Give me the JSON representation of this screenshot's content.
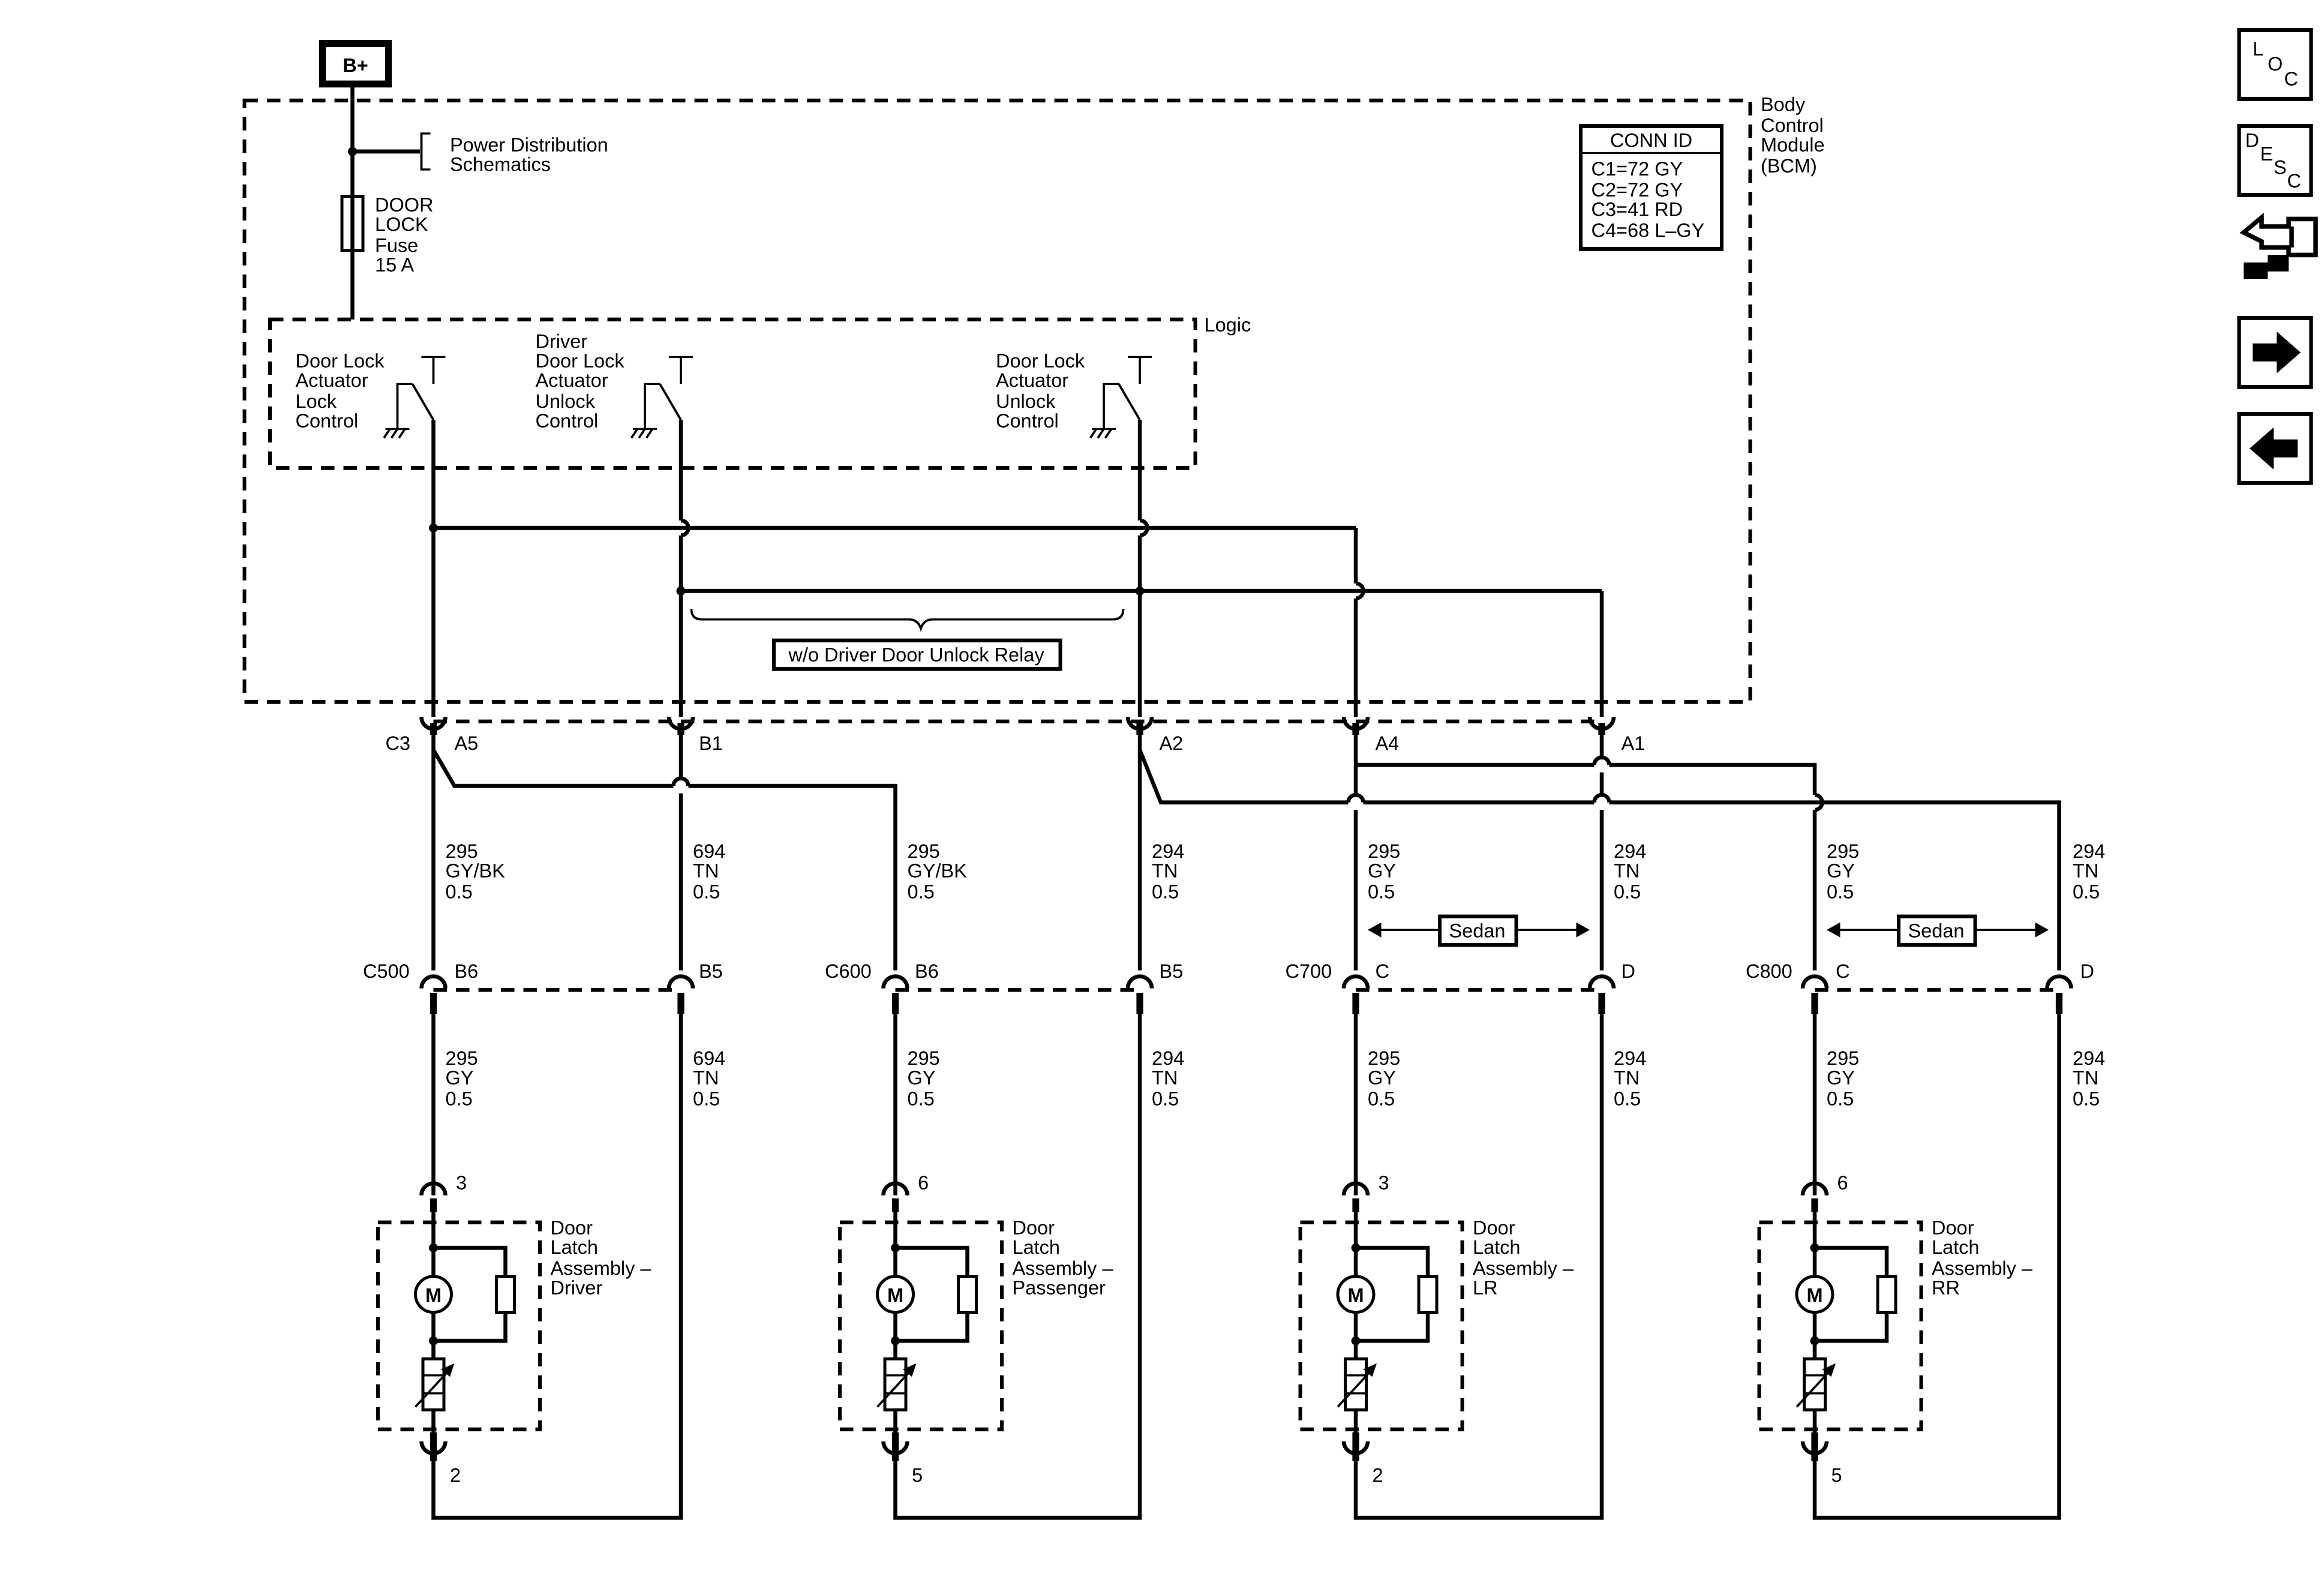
{
  "power": {
    "label": "B+"
  },
  "module": {
    "label": [
      "Body",
      "Control",
      "Module",
      "(BCM)"
    ]
  },
  "power_dist": [
    "Power Distribution",
    "Schematics"
  ],
  "fuse": [
    "DOOR",
    "LOCK",
    "Fuse",
    "15 A"
  ],
  "conn_id": {
    "title": "CONN ID",
    "lines": [
      "C1=72 GY",
      "C2=72 GY",
      "C3=41 RD",
      "C4=68 L–GY"
    ]
  },
  "logic": {
    "label": "Logic"
  },
  "switches": [
    {
      "label": [
        "Door Lock",
        "Actuator",
        "Lock",
        "Control"
      ]
    },
    {
      "label": [
        "Driver",
        "Door Lock",
        "Actuator",
        "Unlock",
        "Control"
      ]
    },
    {
      "label": [
        "Door Lock",
        "Actuator",
        "Unlock",
        "Control"
      ]
    }
  ],
  "relay_note": "w/o Driver Door Unlock Relay",
  "bcm_connector": {
    "id": "C3",
    "pins": [
      "A5",
      "B1",
      "A2",
      "A4",
      "A1"
    ]
  },
  "upper_wires": [
    {
      "circuit": "295",
      "color": "GY/BK",
      "size": "0.5"
    },
    {
      "circuit": "694",
      "color": "TN",
      "size": "0.5"
    },
    {
      "circuit": "295",
      "color": "GY/BK",
      "size": "0.5"
    },
    {
      "circuit": "294",
      "color": "TN",
      "size": "0.5"
    },
    {
      "circuit": "295",
      "color": "GY",
      "size": "0.5"
    },
    {
      "circuit": "294",
      "color": "TN",
      "size": "0.5"
    },
    {
      "circuit": "295",
      "color": "GY",
      "size": "0.5"
    },
    {
      "circuit": "294",
      "color": "TN",
      "size": "0.5"
    }
  ],
  "lower_wires": [
    {
      "circuit": "295",
      "color": "GY",
      "size": "0.5"
    },
    {
      "circuit": "694",
      "color": "TN",
      "size": "0.5"
    },
    {
      "circuit": "295",
      "color": "GY",
      "size": "0.5"
    },
    {
      "circuit": "294",
      "color": "TN",
      "size": "0.5"
    },
    {
      "circuit": "295",
      "color": "GY",
      "size": "0.5"
    },
    {
      "circuit": "294",
      "color": "TN",
      "size": "0.5"
    },
    {
      "circuit": "295",
      "color": "GY",
      "size": "0.5"
    },
    {
      "circuit": "294",
      "color": "TN",
      "size": "0.5"
    }
  ],
  "inline_connectors": [
    {
      "id": "C500",
      "pin_left": "B6",
      "pin_right": "B5"
    },
    {
      "id": "C600",
      "pin_left": "B6",
      "pin_right": "B5"
    },
    {
      "id": "C700",
      "pin_left": "C",
      "pin_right": "D"
    },
    {
      "id": "C800",
      "pin_left": "C",
      "pin_right": "D"
    }
  ],
  "sedan_label": "Sedan",
  "assemblies": [
    {
      "label": [
        "Door",
        "Latch",
        "Assembly –",
        "Driver"
      ],
      "pin_top": "3",
      "pin_bottom": "2"
    },
    {
      "label": [
        "Door",
        "Latch",
        "Assembly –",
        "Passenger"
      ],
      "pin_top": "6",
      "pin_bottom": "5"
    },
    {
      "label": [
        "Door",
        "Latch",
        "Assembly –",
        "LR"
      ],
      "pin_top": "3",
      "pin_bottom": "2"
    },
    {
      "label": [
        "Door",
        "Latch",
        "Assembly –",
        "RR"
      ],
      "pin_top": "6",
      "pin_bottom": "5"
    }
  ],
  "motor_symbol": "M",
  "nav": {
    "loc": [
      "L",
      "O",
      "C"
    ],
    "desc": [
      "D",
      "E",
      "S",
      "C"
    ],
    "icons": [
      "connector-icon",
      "next-arrow-icon",
      "previous-arrow-icon"
    ]
  }
}
